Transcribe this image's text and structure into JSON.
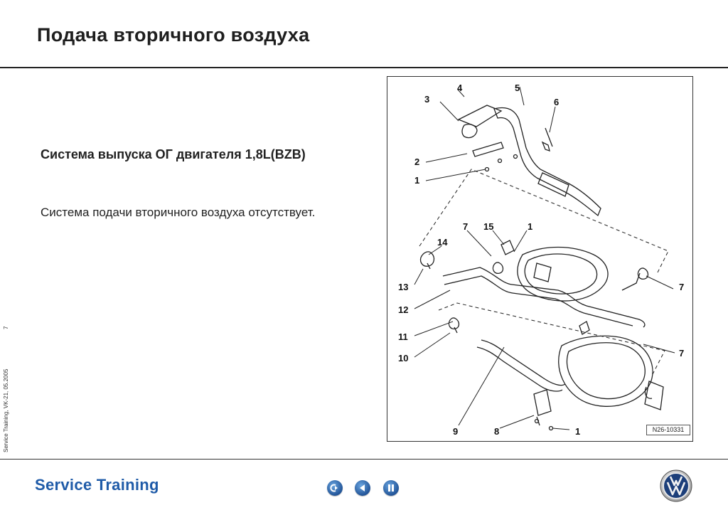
{
  "header": {
    "title": "Подача вторичного воздуха"
  },
  "sidebar": {
    "page_number": "7",
    "footer_meta": "Service Training, VK-21, 05.2005"
  },
  "content": {
    "subtitle": "Система выпуска ОГ двигателя 1,8L(BZB)",
    "body": "Система подачи вторичного воздуха отсутствует."
  },
  "diagram": {
    "figure_id": "N26-10331",
    "callouts": [
      "4",
      "5",
      "3",
      "6",
      "2",
      "1",
      "7",
      "15",
      "1",
      "14",
      "13",
      "7",
      "12",
      "11",
      "10",
      "7",
      "9",
      "8",
      "1"
    ]
  },
  "footer": {
    "brand": "Service Training",
    "nav": [
      "first-icon",
      "previous-icon",
      "pause-icon"
    ],
    "logo": "vw-logo-icon",
    "brand_color": "#1f5ba8"
  }
}
